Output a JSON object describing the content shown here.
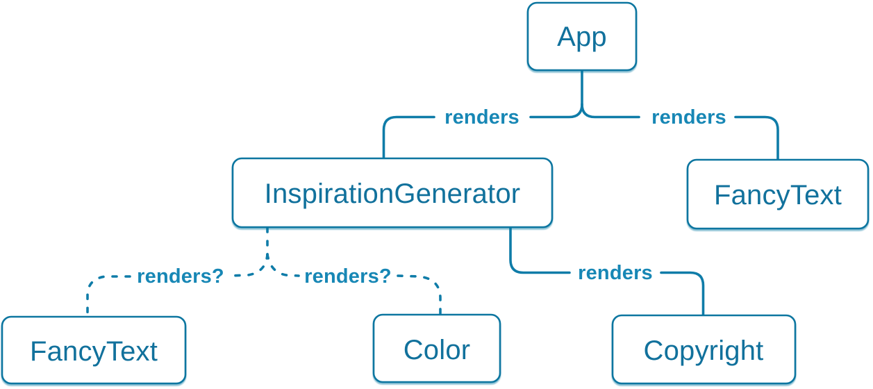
{
  "diagram": {
    "type": "tree",
    "colors": {
      "node_fill": "#ffffff",
      "node_border": "#0c76a0",
      "node_text": "#11719c",
      "edge_line": "#0f7ca8",
      "edge_label_text": "#1787b5"
    },
    "nodes": [
      {
        "id": "app",
        "label": "App"
      },
      {
        "id": "inspiration-generator",
        "label": "InspirationGenerator"
      },
      {
        "id": "fancy-text-top",
        "label": "FancyText"
      },
      {
        "id": "fancy-text-bottom",
        "label": "FancyText"
      },
      {
        "id": "color",
        "label": "Color"
      },
      {
        "id": "copyright",
        "label": "Copyright"
      }
    ],
    "edges": [
      {
        "from": "App",
        "to": "InspirationGenerator",
        "label": "renders",
        "style": "solid"
      },
      {
        "from": "App",
        "to": "FancyText",
        "label": "renders",
        "style": "solid"
      },
      {
        "from": "InspirationGenerator",
        "to": "FancyText",
        "label": "renders?",
        "style": "dashed"
      },
      {
        "from": "InspirationGenerator",
        "to": "Color",
        "label": "renders?",
        "style": "dashed"
      },
      {
        "from": "InspirationGenerator",
        "to": "Copyright",
        "label": "renders",
        "style": "solid"
      }
    ]
  }
}
